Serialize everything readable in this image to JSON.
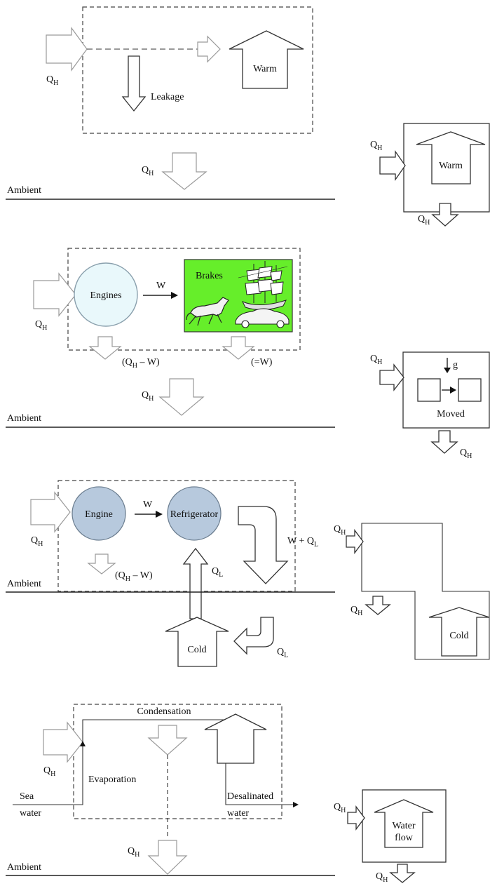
{
  "diagram": {
    "q_sym": "Q",
    "h_sub": "H",
    "l_sub": "L",
    "minus": " – W)",
    "paren_open": "(",
    "eq_w": "(=W)",
    "w_plus": "W + Q",
    "ambient": "Ambient",
    "panel1": {
      "warm": "Warm",
      "leakage": "Leakage"
    },
    "panel2": {
      "engines": "Engines",
      "w": "W",
      "brakes": "Brakes",
      "g": "g",
      "moved": "Moved"
    },
    "panel3": {
      "engine": "Engine",
      "w": "W",
      "refrigerator": "Refrigerator",
      "cold": "Cold"
    },
    "panel4": {
      "condensation": "Condensation",
      "evaporation": "Evaporation",
      "sea": "Sea",
      "water": "water",
      "desalinated": "Desalinated",
      "water_flow_1": "Water",
      "water_flow_2": "flow"
    },
    "colors": {
      "brakes_bg": "#66ee2a",
      "engines_fill": "#e9f8fb",
      "engine_fill": "#b7c9dd"
    }
  }
}
